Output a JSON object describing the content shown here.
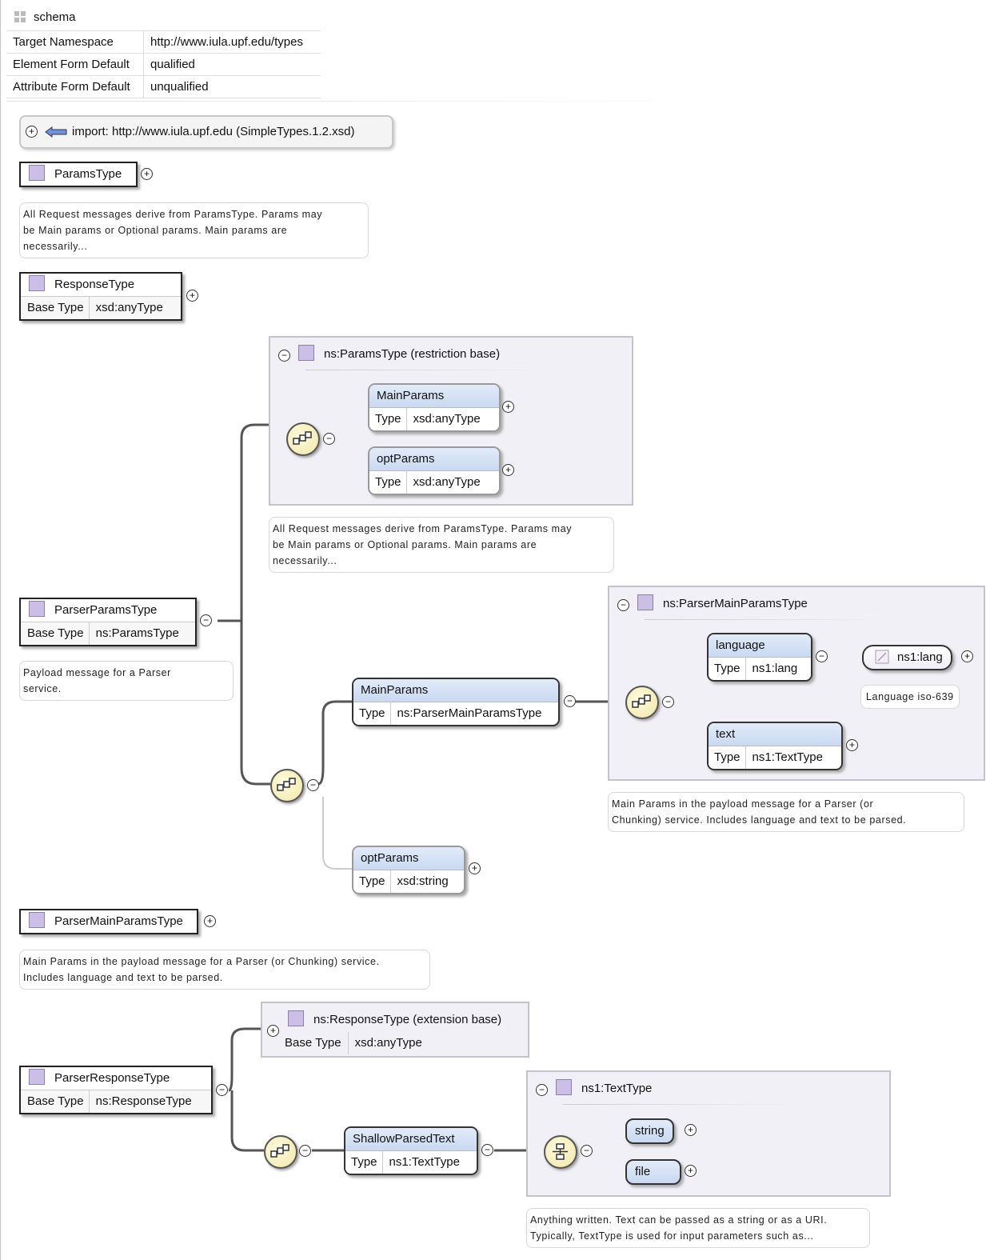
{
  "schema": {
    "title": "schema",
    "props": [
      {
        "key": "Target Namespace",
        "value": "http://www.iula.upf.edu/types"
      },
      {
        "key": "Element Form Default",
        "value": "qualified"
      },
      {
        "key": "Attribute Form Default",
        "value": "unqualified"
      }
    ]
  },
  "import": {
    "label": "import: http://www.iula.upf.edu (SimpleTypes.1.2.xsd)"
  },
  "params_type": {
    "name": "ParamsType",
    "note": [
      "All Request messages derive from ParamsType. Params may",
      "be Main params or Optional params. Main params are",
      "necessarily..."
    ]
  },
  "response_type": {
    "name": "ResponseType",
    "base_key": "Base Type",
    "base_value": "xsd:anyType"
  },
  "parser_params_type": {
    "name": "ParserParamsType",
    "base_key": "Base Type",
    "base_value": "ns:ParamsType",
    "note": [
      "Payload message for a Parser",
      "service."
    ],
    "restriction_panel": {
      "title": "ns:ParamsType (restriction base)",
      "elements": [
        {
          "name": "MainParams",
          "type_key": "Type",
          "type_value": "xsd:anyType"
        },
        {
          "name": "optParams",
          "type_key": "Type",
          "type_value": "xsd:anyType"
        }
      ],
      "note": [
        "All Request messages derive from ParamsType. Params may",
        "be Main params or Optional params. Main params are",
        "necessarily..."
      ]
    },
    "main_params": {
      "name": "MainParams",
      "type_key": "Type",
      "type_value": "ns:ParserMainParamsType"
    },
    "opt_params": {
      "name": "optParams",
      "type_key": "Type",
      "type_value": "xsd:string"
    },
    "main_panel": {
      "title": "ns:ParserMainParamsType",
      "language": {
        "name": "language",
        "type_key": "Type",
        "type_value": "ns1:lang"
      },
      "lang_simple": "ns1:lang",
      "lang_note": "Language iso-639",
      "text": {
        "name": "text",
        "type_key": "Type",
        "type_value": "ns1:TextType"
      },
      "note": [
        "Main Params in the payload message for a Parser (or",
        "Chunking) service. Includes language and text to be parsed."
      ]
    }
  },
  "parser_main_params_type": {
    "name": "ParserMainParamsType",
    "note": [
      "Main Params in the payload message for a Parser (or Chunking) service.",
      "Includes language and text to be parsed."
    ]
  },
  "parser_response_type": {
    "name": "ParserResponseType",
    "base_key": "Base Type",
    "base_value": "ns:ResponseType",
    "extension_panel": {
      "title": "ns:ResponseType (extension base)",
      "base_key": "Base Type",
      "base_value": "xsd:anyType"
    },
    "shallow": {
      "name": "ShallowParsedText",
      "type_key": "Type",
      "type_value": "ns1:TextType"
    },
    "text_panel": {
      "title": "ns1:TextType",
      "choices": [
        "string",
        "file"
      ]
    },
    "note": [
      "Anything written. Text can be passed as a string or as a URI.",
      "Typically, TextType is used for input parameters such as..."
    ]
  },
  "colors": {
    "type_square": "#cbbfe6",
    "element_header": "#c9d9f1",
    "panel_bg": "#f2f0f7",
    "compositor": "#f1e6a4"
  }
}
